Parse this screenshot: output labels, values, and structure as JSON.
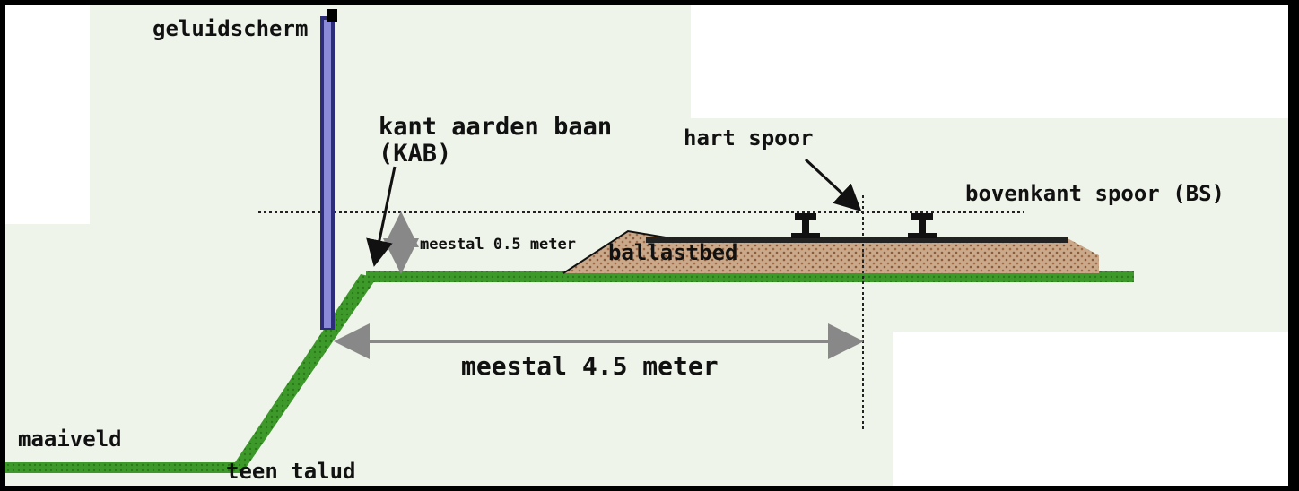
{
  "diagram": {
    "labels": {
      "noise_barrier": "geluidscherm",
      "embankment_edge": "kant aarden baan",
      "embankment_edge_abbr": "(KAB)",
      "track_center": "hart spoor",
      "top_of_rail": "bovenkant spoor (BS)",
      "height_note": "meestal 0.5 meter",
      "ballast_bed": "ballastbed",
      "width_note": "meestal 4.5 meter",
      "ground_level": "maaiveld",
      "toe_of_slope": "teen talud"
    },
    "colors": {
      "background": "#eef4ea",
      "frame": "#000000",
      "grass": "#3d9a2a",
      "ballast": "#c9a98a",
      "barrier": "#2c2c7a",
      "dimension": "#888888"
    }
  }
}
